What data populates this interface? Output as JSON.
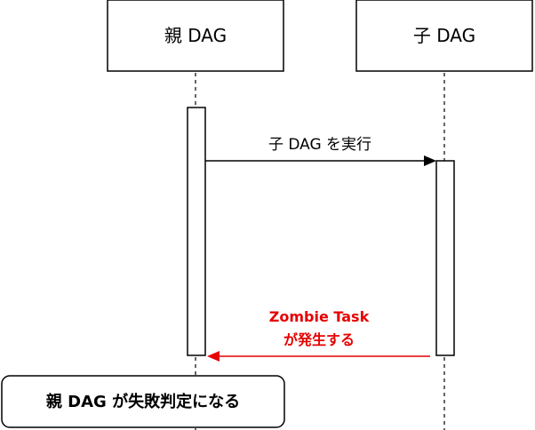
{
  "participants": {
    "parent": {
      "label": "親 DAG"
    },
    "child": {
      "label": "子 DAG"
    }
  },
  "messages": {
    "call": {
      "label": "子 DAG を実行"
    },
    "reply": {
      "line1": "Zombie Task",
      "line2": "が発生する",
      "color": "#e60000"
    }
  },
  "note": {
    "label": "親 DAG が失敗判定になる"
  }
}
